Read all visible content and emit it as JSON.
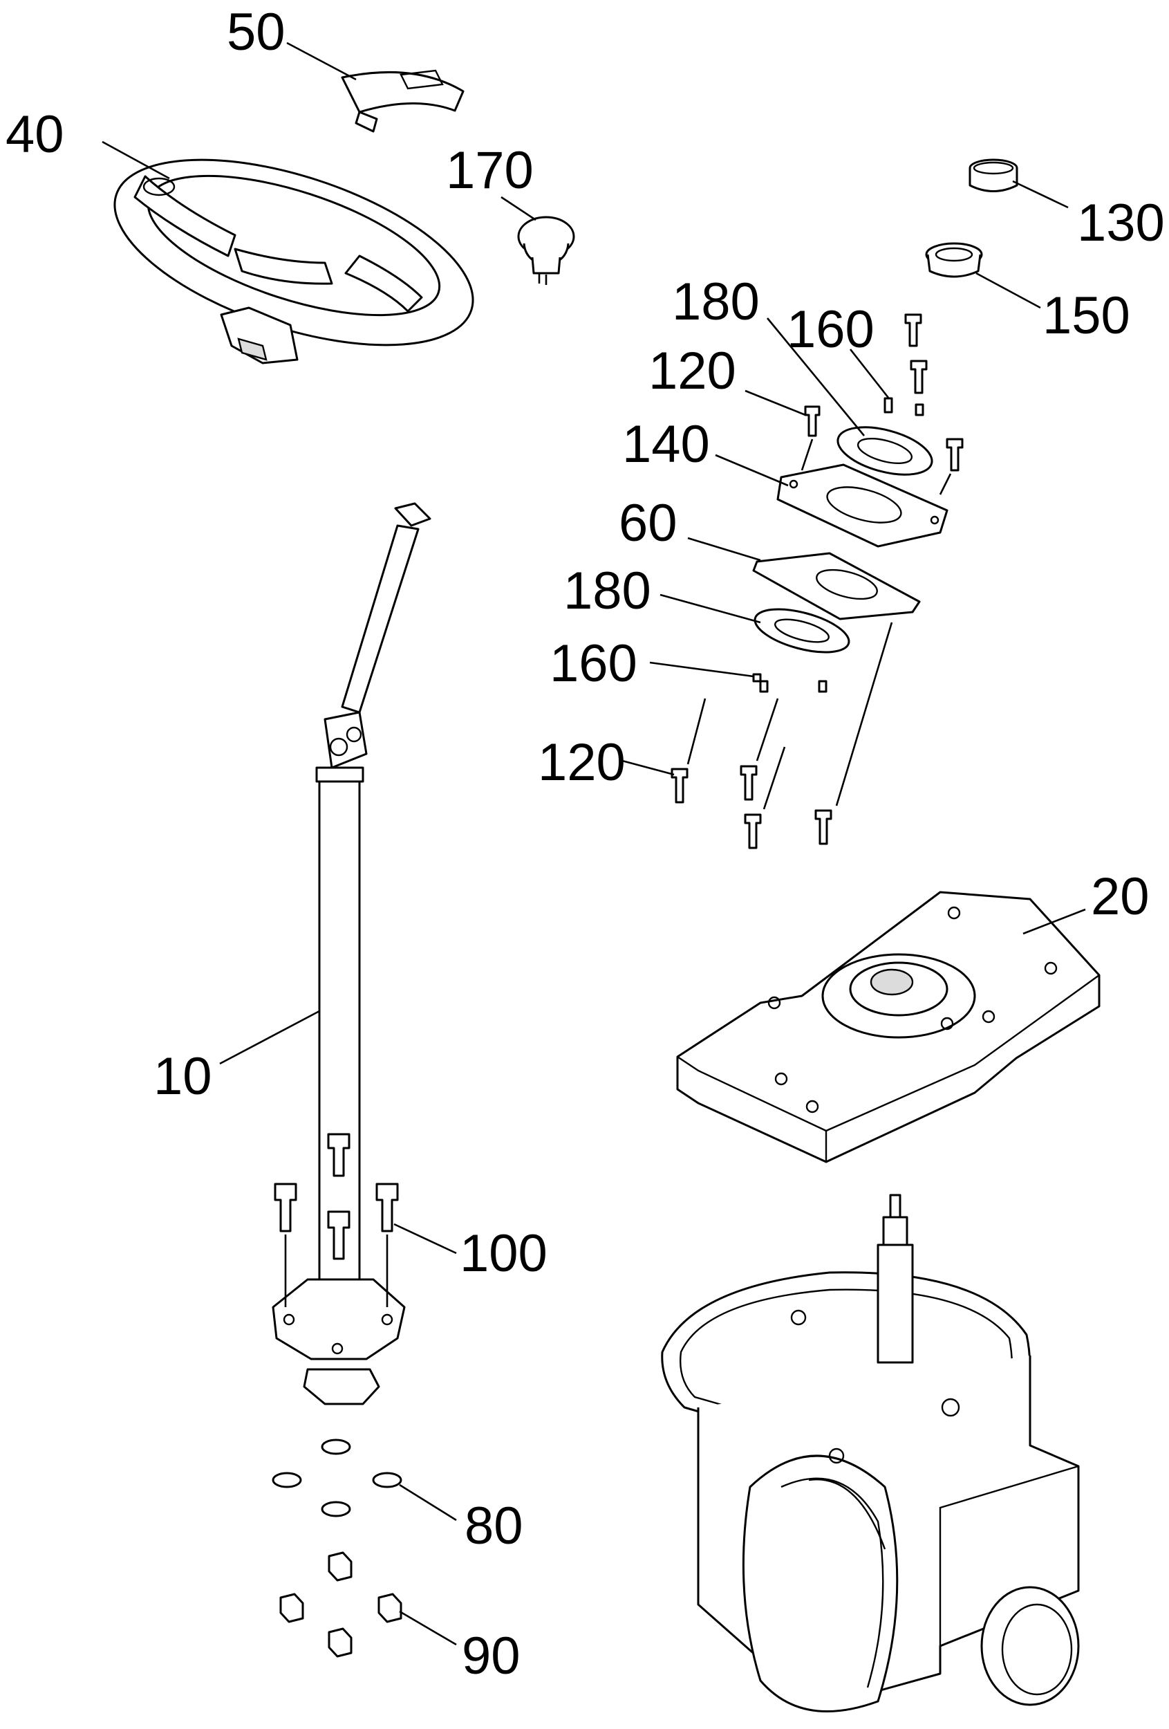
{
  "diagram": {
    "callouts": [
      {
        "id": "c50",
        "label": "50"
      },
      {
        "id": "c40",
        "label": "40"
      },
      {
        "id": "c170",
        "label": "170"
      },
      {
        "id": "c130",
        "label": "130"
      },
      {
        "id": "c150",
        "label": "150"
      },
      {
        "id": "c180a",
        "label": "180"
      },
      {
        "id": "c160a",
        "label": "160"
      },
      {
        "id": "c120a",
        "label": "120"
      },
      {
        "id": "c140",
        "label": "140"
      },
      {
        "id": "c60",
        "label": "60"
      },
      {
        "id": "c180b",
        "label": "180"
      },
      {
        "id": "c160b",
        "label": "160"
      },
      {
        "id": "c120b",
        "label": "120"
      },
      {
        "id": "c20",
        "label": "20"
      },
      {
        "id": "c10",
        "label": "10"
      },
      {
        "id": "c100",
        "label": "100"
      },
      {
        "id": "c80",
        "label": "80"
      },
      {
        "id": "c90",
        "label": "90"
      }
    ]
  }
}
